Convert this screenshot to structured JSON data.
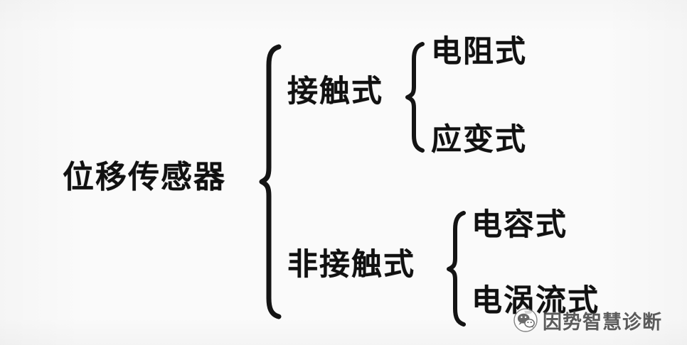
{
  "document": {
    "type": "hand-drawn-classification-tree",
    "background_color": "#fafafa",
    "ink_color": "#141414"
  },
  "tree": {
    "root": {
      "label": "位移传感器"
    },
    "level1": [
      {
        "label": "接触式"
      },
      {
        "label": "非接触式"
      }
    ],
    "level2": {
      "contact": [
        {
          "label": "电阻式"
        },
        {
          "label": "应变式"
        }
      ],
      "noncontact": [
        {
          "label": "电容式"
        },
        {
          "label": "电涡流式"
        }
      ]
    }
  },
  "watermark": {
    "icon": "wechat-icon",
    "text": "因势智慧诊断"
  }
}
